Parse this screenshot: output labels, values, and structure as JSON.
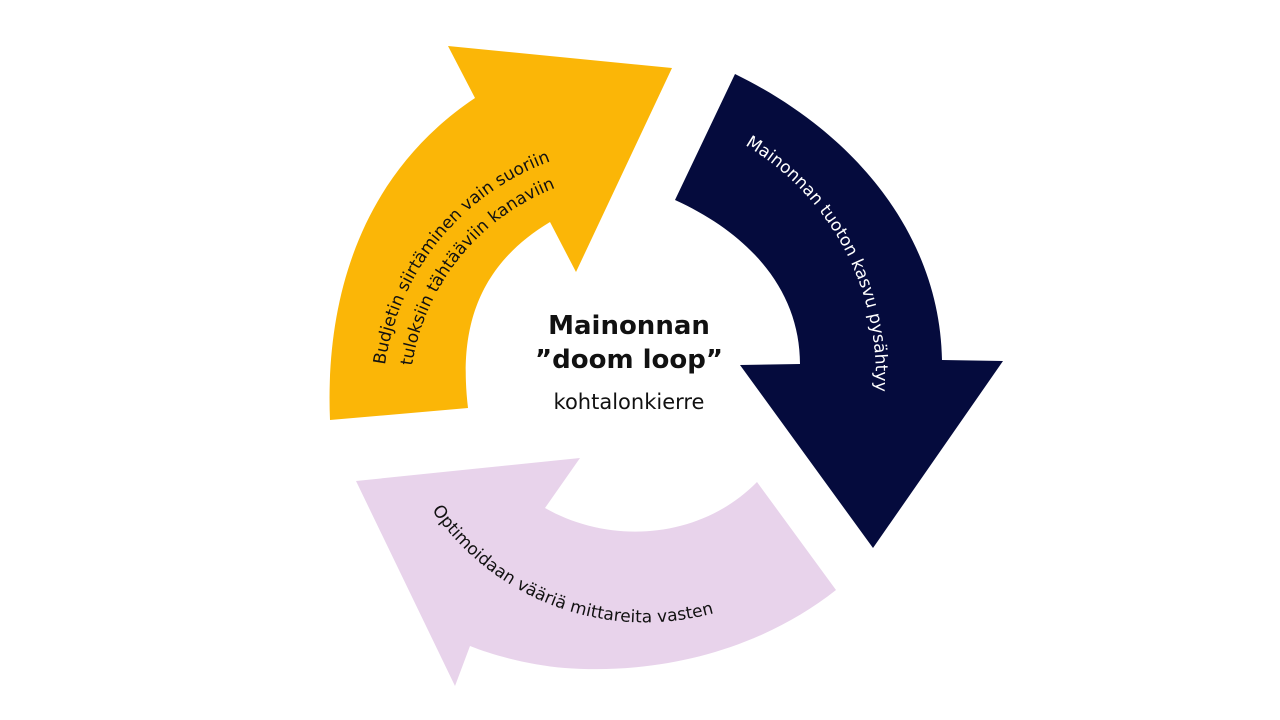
{
  "center": {
    "title_line1": "Mainonnan",
    "title_line2": "”doom loop”",
    "subtitle": "kohtalonkierre"
  },
  "arrows": [
    {
      "id": "budget",
      "color": "#FBB607",
      "text_color": "#111111",
      "lines": [
        "Budjetin siirtäminen vain suoriin",
        "tuloksiin tähtääviin kanaviin"
      ]
    },
    {
      "id": "growth",
      "color": "#050B3D",
      "text_color": "#FFFFFF",
      "lines": [
        "Mainonnan tuoton kasvu pysähtyy"
      ]
    },
    {
      "id": "metrics",
      "color": "#E8D3EB",
      "text_color": "#111111",
      "lines": [
        "Optimoidaan vääriä mittareita vasten"
      ]
    }
  ]
}
